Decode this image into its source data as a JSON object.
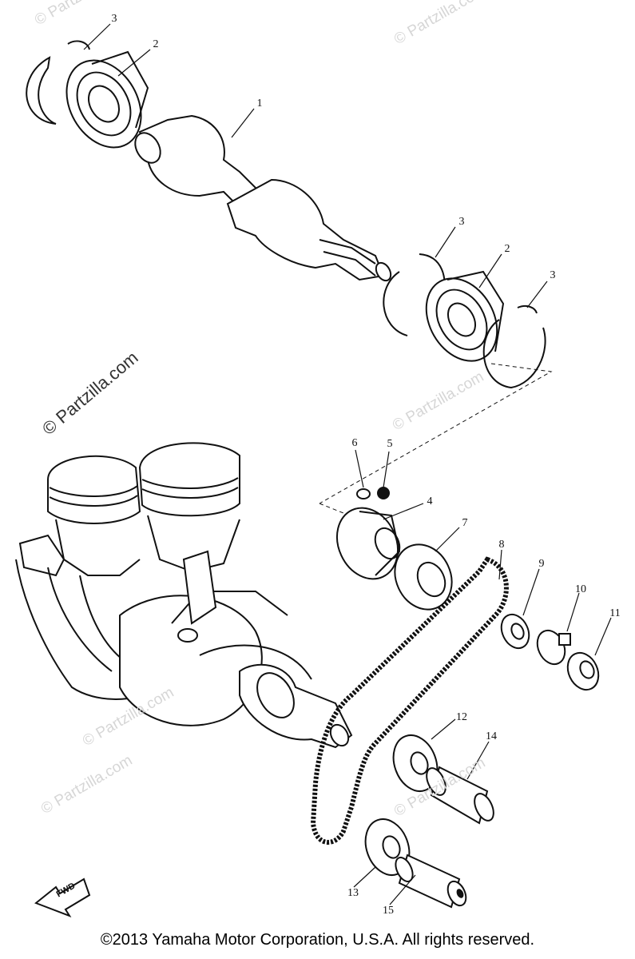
{
  "watermarks": {
    "top_left": "© Partzilla.com",
    "top_right": "© Partzilla.com",
    "left_rotated": "© Partzilla.com",
    "mid_right": "© Partzilla.com",
    "mid_left_lower": "© Partzilla.com",
    "bottom_left": "© Partzilla.com",
    "bottom_right": "© Partzilla.com"
  },
  "callouts": {
    "c1": "1",
    "c2a": "2",
    "c2b": "2",
    "c3a": "3",
    "c3b": "3",
    "c3c": "3",
    "c4": "4",
    "c5": "5",
    "c6": "6",
    "c7": "7",
    "c8": "8",
    "c9": "9",
    "c10": "10",
    "c11": "11",
    "c12": "12",
    "c13": "13",
    "c14": "14",
    "c15": "15"
  },
  "fwd_label": "FWD",
  "copyright": "©2013 Yamaha Motor Corporation, U.S.A. All rights reserved."
}
